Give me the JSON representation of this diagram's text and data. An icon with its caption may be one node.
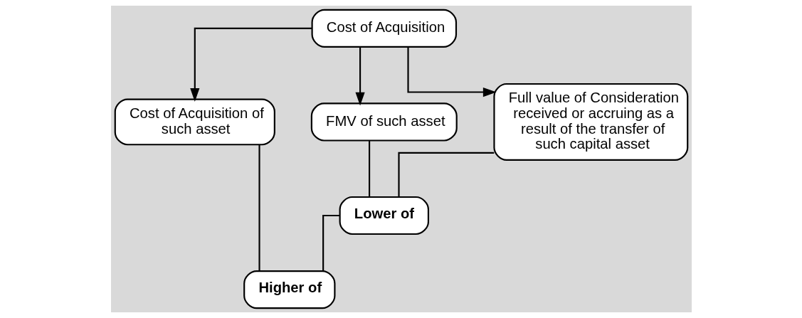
{
  "diagram": {
    "nodes": [
      {
        "text": [
          "Cost of Acquisition"
        ]
      },
      {
        "text": [
          "Cost of Acquisition of such asset"
        ]
      },
      {
        "text": [
          "FMV of such asset"
        ]
      },
      {
        "text": [
          "Full value of Consideration received or accruing as a result of the transfer of such capital asset"
        ]
      },
      {
        "text": [
          "Lower of"
        ]
      },
      {
        "text": [
          "Higher of"
        ]
      }
    ],
    "edges": [
      {
        "from": 0,
        "to": 1,
        "arrow": "to"
      },
      {
        "from": 0,
        "to": 2,
        "arrow": "to"
      },
      {
        "from": 0,
        "to": 3,
        "arrow": "to"
      },
      {
        "from": 2,
        "to": 4,
        "arrow": "none"
      },
      {
        "from": 3,
        "to": 4,
        "arrow": "none"
      },
      {
        "from": 1,
        "to": 5,
        "arrow": "none"
      },
      {
        "from": 4,
        "to": 5,
        "arrow": "none"
      }
    ]
  }
}
